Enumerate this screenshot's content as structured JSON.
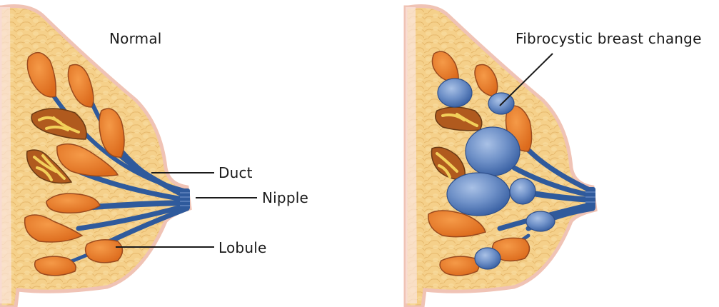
{
  "diagram": {
    "panels": [
      {
        "id": "normal",
        "title": "Normal",
        "labels": {
          "duct": "Duct",
          "nipple": "Nipple",
          "lobule": "Lobule"
        }
      },
      {
        "id": "fibrocystic",
        "title": "Fibrocystic breast change"
      }
    ],
    "colors": {
      "fat_tissue": "#f5d08a",
      "fat_cell_outline": "#e8b86a",
      "skin_edge": "#f3c9b8",
      "lobule": "#e8792a",
      "lobule_outline": "#9a4a1e",
      "duct": "#2f5a9c",
      "cyst": "#6f91c8",
      "fibrous": "#f2cf5a",
      "leader_line": "#1a1a1a"
    }
  }
}
